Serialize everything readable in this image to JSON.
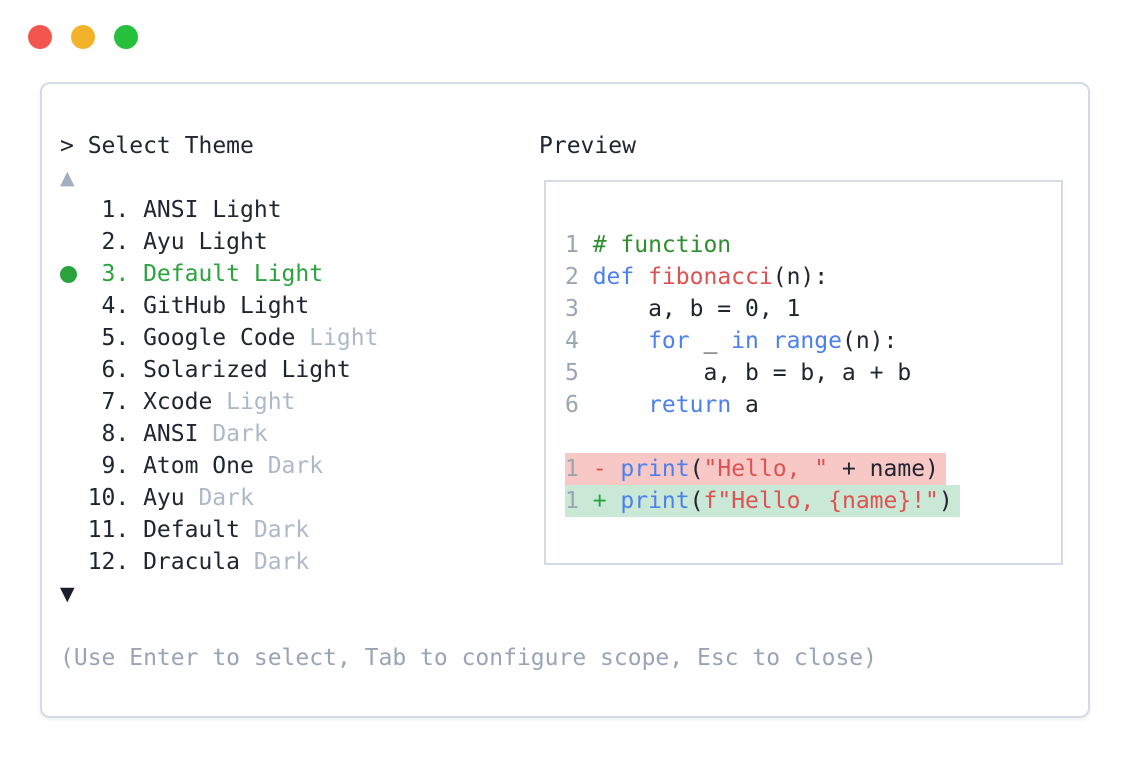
{
  "window": {
    "traffic_lights": [
      {
        "name": "close-button",
        "color": "#f3564e"
      },
      {
        "name": "minimize-button",
        "color": "#f2b32b"
      },
      {
        "name": "maximize-button",
        "color": "#25c13d"
      }
    ]
  },
  "theme_picker": {
    "prompt": "> Select Theme",
    "scroll_up_icon": "▲",
    "scroll_down_icon": "▼",
    "items": [
      {
        "number": "1.",
        "name": "ANSI",
        "variant": "Light",
        "variant_muted": false,
        "selected": false
      },
      {
        "number": "2.",
        "name": "Ayu",
        "variant": "Light",
        "variant_muted": false,
        "selected": false
      },
      {
        "number": "3.",
        "name": "Default",
        "variant": "Light",
        "variant_muted": false,
        "selected": true
      },
      {
        "number": "4.",
        "name": "GitHub",
        "variant": "Light",
        "variant_muted": false,
        "selected": false
      },
      {
        "number": "5.",
        "name": "Google Code",
        "variant": "Light",
        "variant_muted": true,
        "selected": false
      },
      {
        "number": "6.",
        "name": "Solarized",
        "variant": "Light",
        "variant_muted": false,
        "selected": false
      },
      {
        "number": "7.",
        "name": "Xcode",
        "variant": "Light",
        "variant_muted": true,
        "selected": false
      },
      {
        "number": "8.",
        "name": "ANSI",
        "variant": "Dark",
        "variant_muted": true,
        "selected": false
      },
      {
        "number": "9.",
        "name": "Atom One",
        "variant": "Dark",
        "variant_muted": true,
        "selected": false
      },
      {
        "number": "10.",
        "name": "Ayu",
        "variant": "Dark",
        "variant_muted": true,
        "selected": false
      },
      {
        "number": "11.",
        "name": "Default",
        "variant": "Dark",
        "variant_muted": true,
        "selected": false
      },
      {
        "number": "12.",
        "name": "Dracula",
        "variant": "Dark",
        "variant_muted": true,
        "selected": false
      }
    ],
    "footer_hint": "(Use Enter to select, Tab to configure scope, Esc to close)"
  },
  "preview": {
    "title": "Preview",
    "code_lines": [
      {
        "ln": "1",
        "tokens": [
          [
            "com",
            "# function"
          ]
        ]
      },
      {
        "ln": "2",
        "tokens": [
          [
            "kw",
            "def"
          ],
          [
            "txt",
            " "
          ],
          [
            "fn",
            "fibonacci"
          ],
          [
            "txt",
            "(n):"
          ]
        ]
      },
      {
        "ln": "3",
        "tokens": [
          [
            "txt",
            "    a, b = 0, 1"
          ]
        ]
      },
      {
        "ln": "4",
        "tokens": [
          [
            "txt",
            "    "
          ],
          [
            "kw",
            "for"
          ],
          [
            "txt",
            " _ "
          ],
          [
            "kw",
            "in"
          ],
          [
            "txt",
            " "
          ],
          [
            "kw",
            "range"
          ],
          [
            "txt",
            "(n):"
          ]
        ]
      },
      {
        "ln": "5",
        "tokens": [
          [
            "txt",
            "        a, b = b, a + b"
          ]
        ]
      },
      {
        "ln": "6",
        "tokens": [
          [
            "txt",
            "    "
          ],
          [
            "kw",
            "return"
          ],
          [
            "txt",
            " a"
          ]
        ]
      },
      {
        "blank": true
      },
      {
        "ln": "1",
        "diff": "removed",
        "tokens": [
          [
            "minus",
            "- "
          ],
          [
            "kw",
            "print"
          ],
          [
            "txt",
            "("
          ],
          [
            "str",
            "\"Hello, \""
          ],
          [
            "txt",
            " + name)"
          ]
        ]
      },
      {
        "ln": "1",
        "diff": "added",
        "tokens": [
          [
            "plus",
            "+ "
          ],
          [
            "kw",
            "print"
          ],
          [
            "txt",
            "("
          ],
          [
            "str",
            "f\"Hello, {name}!\""
          ],
          [
            "txt",
            ")"
          ]
        ]
      }
    ]
  },
  "colors": {
    "accent_selected_green": "#2aa33c",
    "keyword_blue": "#4b80ee",
    "string_red": "#e05252",
    "comment_green": "#2f8f2f",
    "muted_gray": "#aeb8c6",
    "footer_gray": "#9aa4b4",
    "line_number_gray": "#9aa5b2",
    "diff_removed_bg": "#f8c8c7",
    "diff_added_bg": "#c9e8d6",
    "panel_border": "#d6dae2"
  }
}
